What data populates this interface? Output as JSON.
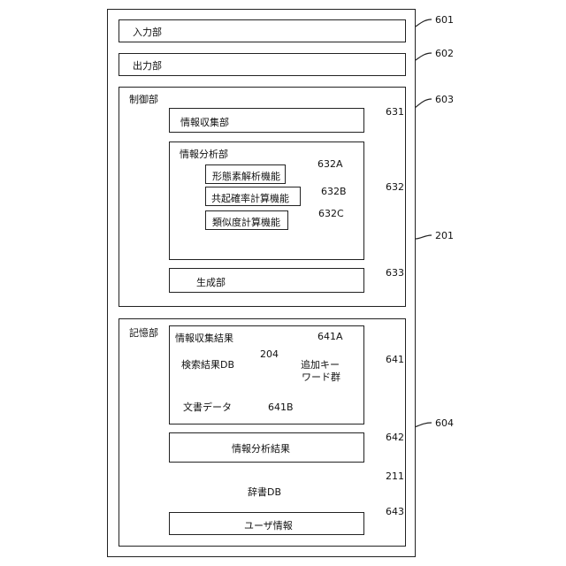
{
  "outer": {
    "ref": "201"
  },
  "input": {
    "label": "入力部",
    "ref": "601"
  },
  "output": {
    "label": "出力部",
    "ref": "602"
  },
  "control": {
    "label": "制御部",
    "ref": "603",
    "collect": {
      "label": "情報収集部",
      "ref": "631"
    },
    "analysis": {
      "label": "情報分析部",
      "ref": "632",
      "morph": {
        "label": "形態素解析機能",
        "ref": "632A"
      },
      "cooc": {
        "label": "共起確率計算機能",
        "ref": "632B"
      },
      "sim": {
        "label": "類似度計算機能",
        "ref": "632C"
      }
    },
    "generate": {
      "label": "生成部",
      "ref": "633"
    }
  },
  "storage": {
    "label": "記憶部",
    "ref": "604",
    "collect_result": {
      "label": "情報収集結果",
      "ref": "641",
      "search_db": {
        "label": "検索結果DB",
        "ref": "204"
      },
      "keywords": {
        "line1": "追加キー",
        "line2": "ワード群",
        "ref": "641A"
      },
      "documents": {
        "label": "文書データ",
        "ref": "641B"
      }
    },
    "analysis_result": {
      "label": "情報分析結果",
      "ref": "642"
    },
    "dictionary": {
      "label": "辞書DB",
      "ref": "211"
    },
    "user": {
      "label": "ユーザ情報",
      "ref": "643"
    }
  }
}
